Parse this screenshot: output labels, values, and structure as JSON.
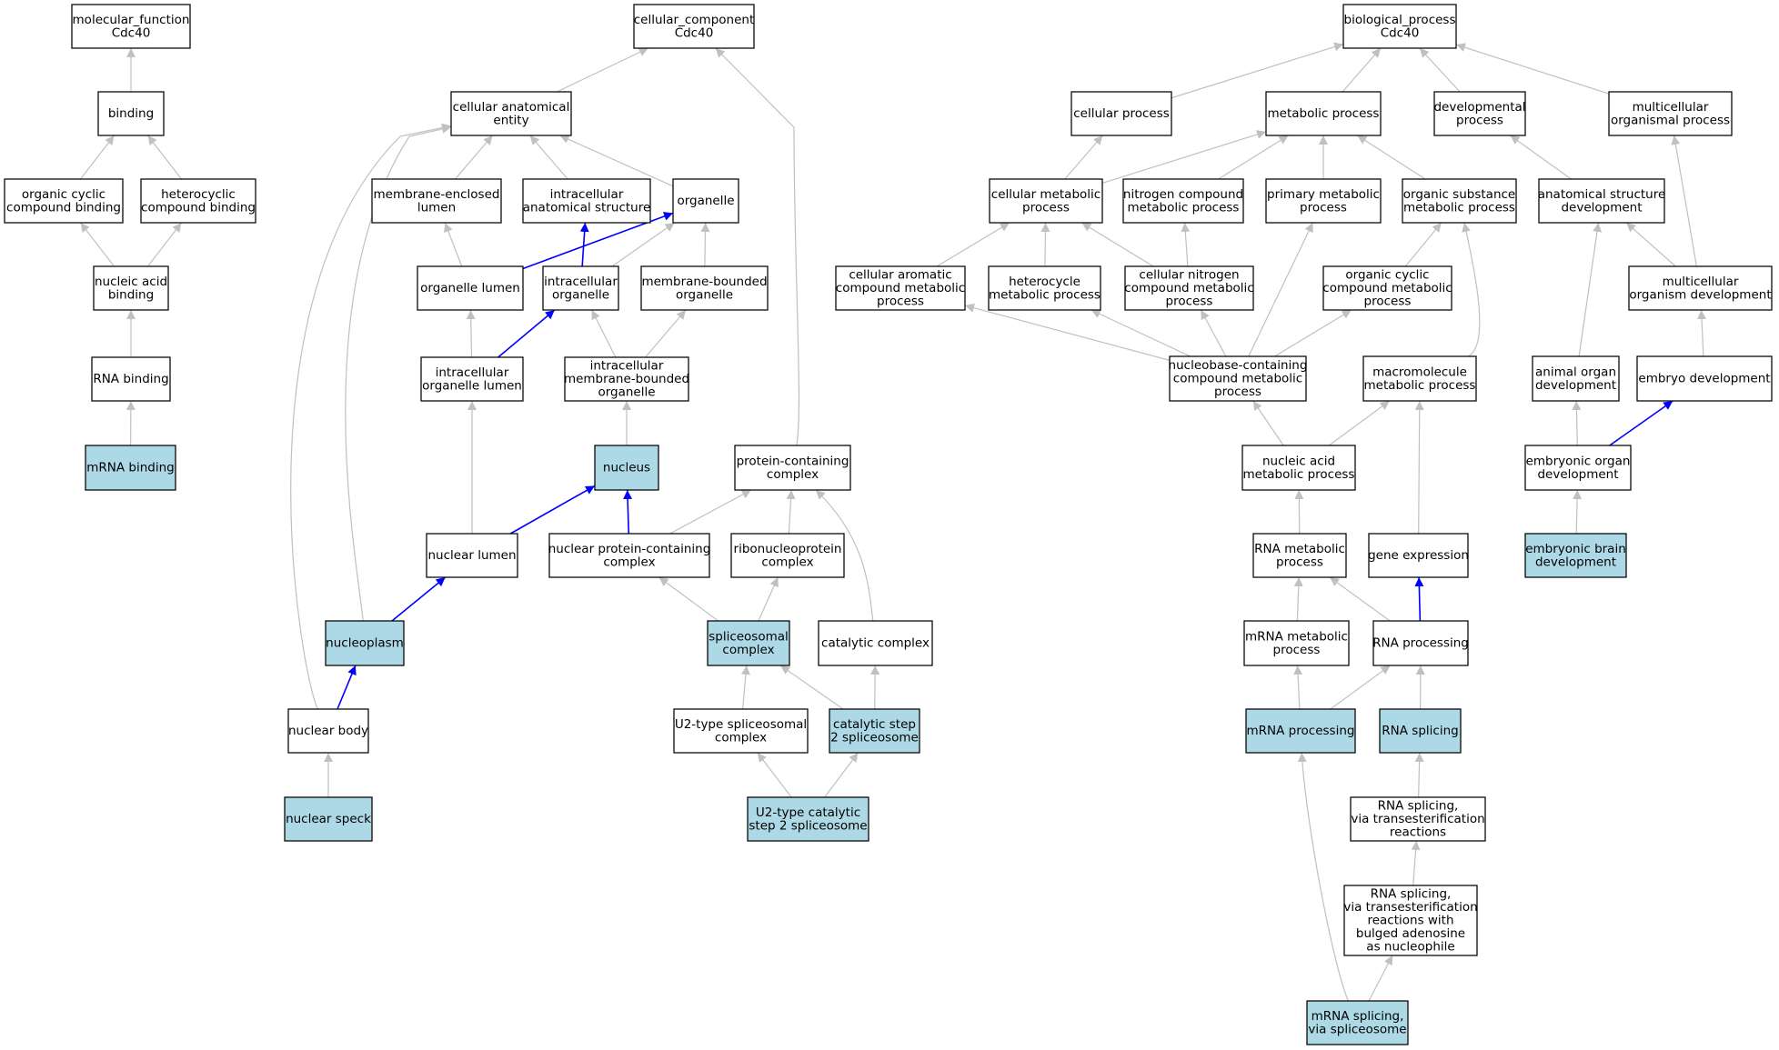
{
  "colors": {
    "highlight_fill": "#add8e6",
    "normal_fill": "#ffffff",
    "edge_gray": "#c0c0c0",
    "edge_blue": "#0000ff",
    "border": "#000000"
  },
  "nodes": [
    {
      "id": "mf",
      "lines": [
        "molecular_function",
        "Cdc40"
      ],
      "hl": false
    },
    {
      "id": "binding",
      "lines": [
        "binding"
      ],
      "hl": false
    },
    {
      "id": "occb",
      "lines": [
        "organic cyclic",
        "compound binding"
      ],
      "hl": false
    },
    {
      "id": "hcb",
      "lines": [
        "heterocyclic",
        "compound binding"
      ],
      "hl": false
    },
    {
      "id": "nab",
      "lines": [
        "nucleic acid",
        "binding"
      ],
      "hl": false
    },
    {
      "id": "rnab",
      "lines": [
        "RNA binding"
      ],
      "hl": false
    },
    {
      "id": "mrnab",
      "lines": [
        "mRNA binding"
      ],
      "hl": true
    },
    {
      "id": "cc",
      "lines": [
        "cellular_component",
        "Cdc40"
      ],
      "hl": false
    },
    {
      "id": "cae",
      "lines": [
        "cellular anatomical",
        "entity"
      ],
      "hl": false
    },
    {
      "id": "mel",
      "lines": [
        "membrane-enclosed",
        "lumen"
      ],
      "hl": false
    },
    {
      "id": "ias",
      "lines": [
        "intracellular",
        "anatomical structure"
      ],
      "hl": false
    },
    {
      "id": "org",
      "lines": [
        "organelle"
      ],
      "hl": false
    },
    {
      "id": "ol",
      "lines": [
        "organelle lumen"
      ],
      "hl": false
    },
    {
      "id": "io",
      "lines": [
        "intracellular",
        "organelle"
      ],
      "hl": false
    },
    {
      "id": "mbo",
      "lines": [
        "membrane-bounded",
        "organelle"
      ],
      "hl": false
    },
    {
      "id": "iol",
      "lines": [
        "intracellular",
        "organelle lumen"
      ],
      "hl": false
    },
    {
      "id": "imbo",
      "lines": [
        "intracellular",
        "membrane-bounded",
        "organelle"
      ],
      "hl": false
    },
    {
      "id": "nucleus",
      "lines": [
        "nucleus"
      ],
      "hl": true
    },
    {
      "id": "pcc",
      "lines": [
        "protein-containing",
        "complex"
      ],
      "hl": false
    },
    {
      "id": "nlumen",
      "lines": [
        "nuclear lumen"
      ],
      "hl": false
    },
    {
      "id": "npcc",
      "lines": [
        "nuclear protein-containing",
        "complex"
      ],
      "hl": false
    },
    {
      "id": "rnpc",
      "lines": [
        "ribonucleoprotein",
        "complex"
      ],
      "hl": false
    },
    {
      "id": "nplasm",
      "lines": [
        "nucleoplasm"
      ],
      "hl": true
    },
    {
      "id": "spc",
      "lines": [
        "spliceosomal",
        "complex"
      ],
      "hl": true
    },
    {
      "id": "catc",
      "lines": [
        "catalytic complex"
      ],
      "hl": false
    },
    {
      "id": "nbody",
      "lines": [
        "nuclear body"
      ],
      "hl": false
    },
    {
      "id": "u2sc",
      "lines": [
        "U2-type spliceosomal",
        "complex"
      ],
      "hl": false
    },
    {
      "id": "cs2s",
      "lines": [
        "catalytic step",
        "2 spliceosome"
      ],
      "hl": true
    },
    {
      "id": "nspeck",
      "lines": [
        "nuclear speck"
      ],
      "hl": true
    },
    {
      "id": "u2cs2",
      "lines": [
        "U2-type catalytic",
        "step 2 spliceosome"
      ],
      "hl": true
    },
    {
      "id": "bp",
      "lines": [
        "biological_process",
        "Cdc40"
      ],
      "hl": false
    },
    {
      "id": "cp",
      "lines": [
        "cellular process"
      ],
      "hl": false
    },
    {
      "id": "mp",
      "lines": [
        "metabolic process"
      ],
      "hl": false
    },
    {
      "id": "dp",
      "lines": [
        "developmental",
        "process"
      ],
      "hl": false
    },
    {
      "id": "mop",
      "lines": [
        "multicellular",
        "organismal process"
      ],
      "hl": false
    },
    {
      "id": "cmp",
      "lines": [
        "cellular metabolic",
        "process"
      ],
      "hl": false
    },
    {
      "id": "ncmp",
      "lines": [
        "nitrogen compound",
        "metabolic process"
      ],
      "hl": false
    },
    {
      "id": "pmp",
      "lines": [
        "primary metabolic",
        "process"
      ],
      "hl": false
    },
    {
      "id": "osmp",
      "lines": [
        "organic substance",
        "metabolic process"
      ],
      "hl": false
    },
    {
      "id": "asd",
      "lines": [
        "anatomical structure",
        "development"
      ],
      "hl": false
    },
    {
      "id": "cacmp",
      "lines": [
        "cellular aromatic",
        "compound metabolic",
        "process"
      ],
      "hl": false
    },
    {
      "id": "hmp",
      "lines": [
        "heterocycle",
        "metabolic process"
      ],
      "hl": false
    },
    {
      "id": "cncmp",
      "lines": [
        "cellular nitrogen",
        "compound metabolic",
        "process"
      ],
      "hl": false
    },
    {
      "id": "occmp",
      "lines": [
        "organic cyclic",
        "compound metabolic",
        "process"
      ],
      "hl": false
    },
    {
      "id": "mod",
      "lines": [
        "multicellular",
        "organism development"
      ],
      "hl": false
    },
    {
      "id": "nbccmp",
      "lines": [
        "nucleobase-containing",
        "compound metabolic",
        "process"
      ],
      "hl": false
    },
    {
      "id": "mmp",
      "lines": [
        "macromolecule",
        "metabolic process"
      ],
      "hl": false
    },
    {
      "id": "aod",
      "lines": [
        "animal organ",
        "development"
      ],
      "hl": false
    },
    {
      "id": "ed",
      "lines": [
        "embryo development"
      ],
      "hl": false
    },
    {
      "id": "namp",
      "lines": [
        "nucleic acid",
        "metabolic process"
      ],
      "hl": false
    },
    {
      "id": "eod",
      "lines": [
        "embryonic organ",
        "development"
      ],
      "hl": false
    },
    {
      "id": "rmp",
      "lines": [
        "RNA metabolic",
        "process"
      ],
      "hl": false
    },
    {
      "id": "ge",
      "lines": [
        "gene expression"
      ],
      "hl": false
    },
    {
      "id": "ebd",
      "lines": [
        "embryonic brain",
        "development"
      ],
      "hl": true
    },
    {
      "id": "mrmp",
      "lines": [
        "mRNA metabolic",
        "process"
      ],
      "hl": false
    },
    {
      "id": "rproc",
      "lines": [
        "RNA processing"
      ],
      "hl": false
    },
    {
      "id": "mrproc",
      "lines": [
        "mRNA processing"
      ],
      "hl": true
    },
    {
      "id": "rsplice",
      "lines": [
        "RNA splicing"
      ],
      "hl": true
    },
    {
      "id": "rstr",
      "lines": [
        "RNA splicing,",
        "via transesterification",
        "reactions"
      ],
      "hl": false
    },
    {
      "id": "rstrba",
      "lines": [
        "RNA splicing,",
        "via transesterification",
        "reactions with",
        "bulged adenosine",
        "as nucleophile"
      ],
      "hl": false
    },
    {
      "id": "mrsvs",
      "lines": [
        "mRNA splicing,",
        "via spliceosome"
      ],
      "hl": true
    }
  ],
  "edges": [
    {
      "from": "binding",
      "to": "mf",
      "color": "gray"
    },
    {
      "from": "occb",
      "to": "binding",
      "color": "gray"
    },
    {
      "from": "hcb",
      "to": "binding",
      "color": "gray"
    },
    {
      "from": "nab",
      "to": "occb",
      "color": "gray"
    },
    {
      "from": "nab",
      "to": "hcb",
      "color": "gray"
    },
    {
      "from": "rnab",
      "to": "nab",
      "color": "gray"
    },
    {
      "from": "mrnab",
      "to": "rnab",
      "color": "gray"
    },
    {
      "from": "cae",
      "to": "cc",
      "color": "gray"
    },
    {
      "from": "pcc",
      "to": "cc",
      "color": "gray"
    },
    {
      "from": "mel",
      "to": "cae",
      "color": "gray"
    },
    {
      "from": "ias",
      "to": "cae",
      "color": "gray"
    },
    {
      "from": "org",
      "to": "cae",
      "color": "gray"
    },
    {
      "from": "nplasm",
      "to": "cae",
      "color": "gray"
    },
    {
      "from": "nbody",
      "to": "cae",
      "color": "gray"
    },
    {
      "from": "ol",
      "to": "mel",
      "color": "gray"
    },
    {
      "from": "ol",
      "to": "org",
      "color": "blue"
    },
    {
      "from": "io",
      "to": "org",
      "color": "gray"
    },
    {
      "from": "io",
      "to": "ias",
      "color": "blue"
    },
    {
      "from": "mbo",
      "to": "org",
      "color": "gray"
    },
    {
      "from": "iol",
      "to": "ol",
      "color": "gray"
    },
    {
      "from": "iol",
      "to": "io",
      "color": "blue"
    },
    {
      "from": "imbo",
      "to": "io",
      "color": "gray"
    },
    {
      "from": "imbo",
      "to": "mbo",
      "color": "gray"
    },
    {
      "from": "nucleus",
      "to": "imbo",
      "color": "gray"
    },
    {
      "from": "nlumen",
      "to": "iol",
      "color": "gray"
    },
    {
      "from": "nlumen",
      "to": "nucleus",
      "color": "blue"
    },
    {
      "from": "npcc",
      "to": "nucleus",
      "color": "blue"
    },
    {
      "from": "npcc",
      "to": "pcc",
      "color": "gray"
    },
    {
      "from": "rnpc",
      "to": "pcc",
      "color": "gray"
    },
    {
      "from": "catc",
      "to": "pcc",
      "color": "gray"
    },
    {
      "from": "nplasm",
      "to": "nlumen",
      "color": "blue"
    },
    {
      "from": "nbody",
      "to": "nplasm",
      "color": "blue"
    },
    {
      "from": "nspeck",
      "to": "nbody",
      "color": "gray"
    },
    {
      "from": "spc",
      "to": "npcc",
      "color": "gray"
    },
    {
      "from": "spc",
      "to": "rnpc",
      "color": "gray"
    },
    {
      "from": "u2sc",
      "to": "spc",
      "color": "gray"
    },
    {
      "from": "cs2s",
      "to": "spc",
      "color": "gray"
    },
    {
      "from": "cs2s",
      "to": "catc",
      "color": "gray"
    },
    {
      "from": "u2cs2",
      "to": "u2sc",
      "color": "gray"
    },
    {
      "from": "u2cs2",
      "to": "cs2s",
      "color": "gray"
    },
    {
      "from": "cp",
      "to": "bp",
      "color": "gray"
    },
    {
      "from": "mp",
      "to": "bp",
      "color": "gray"
    },
    {
      "from": "dp",
      "to": "bp",
      "color": "gray"
    },
    {
      "from": "mop",
      "to": "bp",
      "color": "gray"
    },
    {
      "from": "cmp",
      "to": "cp",
      "color": "gray"
    },
    {
      "from": "cmp",
      "to": "mp",
      "color": "gray"
    },
    {
      "from": "ncmp",
      "to": "mp",
      "color": "gray"
    },
    {
      "from": "pmp",
      "to": "mp",
      "color": "gray"
    },
    {
      "from": "osmp",
      "to": "mp",
      "color": "gray"
    },
    {
      "from": "asd",
      "to": "dp",
      "color": "gray"
    },
    {
      "from": "cacmp",
      "to": "cmp",
      "color": "gray"
    },
    {
      "from": "hmp",
      "to": "cmp",
      "color": "gray"
    },
    {
      "from": "cncmp",
      "to": "cmp",
      "color": "gray"
    },
    {
      "from": "cncmp",
      "to": "ncmp",
      "color": "gray"
    },
    {
      "from": "occmp",
      "to": "osmp",
      "color": "gray"
    },
    {
      "from": "mod",
      "to": "asd",
      "color": "gray"
    },
    {
      "from": "mod",
      "to": "mop",
      "color": "gray"
    },
    {
      "from": "nbccmp",
      "to": "cacmp",
      "color": "gray"
    },
    {
      "from": "nbccmp",
      "to": "hmp",
      "color": "gray"
    },
    {
      "from": "nbccmp",
      "to": "cncmp",
      "color": "gray"
    },
    {
      "from": "nbccmp",
      "to": "occmp",
      "color": "gray"
    },
    {
      "from": "nbccmp",
      "to": "pmp",
      "color": "gray"
    },
    {
      "from": "mmp",
      "to": "osmp",
      "color": "gray"
    },
    {
      "from": "aod",
      "to": "asd",
      "color": "gray"
    },
    {
      "from": "ed",
      "to": "mod",
      "color": "gray"
    },
    {
      "from": "namp",
      "to": "nbccmp",
      "color": "gray"
    },
    {
      "from": "namp",
      "to": "mmp",
      "color": "gray"
    },
    {
      "from": "eod",
      "to": "aod",
      "color": "gray"
    },
    {
      "from": "eod",
      "to": "ed",
      "color": "blue"
    },
    {
      "from": "rmp",
      "to": "namp",
      "color": "gray"
    },
    {
      "from": "ge",
      "to": "mmp",
      "color": "gray"
    },
    {
      "from": "ebd",
      "to": "eod",
      "color": "gray"
    },
    {
      "from": "mrmp",
      "to": "rmp",
      "color": "gray"
    },
    {
      "from": "rproc",
      "to": "rmp",
      "color": "gray"
    },
    {
      "from": "rproc",
      "to": "ge",
      "color": "blue"
    },
    {
      "from": "mrproc",
      "to": "mrmp",
      "color": "gray"
    },
    {
      "from": "mrproc",
      "to": "rproc",
      "color": "gray"
    },
    {
      "from": "rsplice",
      "to": "rproc",
      "color": "gray"
    },
    {
      "from": "rstr",
      "to": "rsplice",
      "color": "gray"
    },
    {
      "from": "rstrba",
      "to": "rstr",
      "color": "gray"
    },
    {
      "from": "mrsvs",
      "to": "rstrba",
      "color": "gray"
    },
    {
      "from": "mrsvs",
      "to": "mrproc",
      "color": "gray"
    }
  ]
}
